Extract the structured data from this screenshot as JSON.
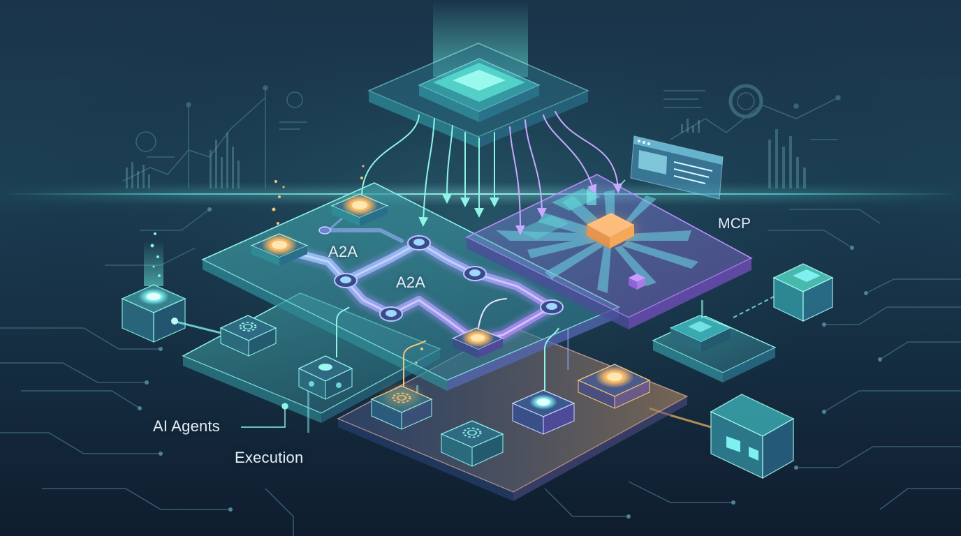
{
  "labels": {
    "a2a_outer": "A2A",
    "a2a_inner": "A2A",
    "mcp": "MCP",
    "ai_agents": "AI Agents",
    "execution": "Execution"
  },
  "colors": {
    "background_top": "#16334a",
    "background_bottom": "#0f1e30",
    "horizon_glow": "#5fe3e0",
    "teal": "#5fe3d6",
    "cyan": "#7ff0f0",
    "purple": "#a57ee8",
    "violet": "#7a62c8",
    "amber": "#f5b865",
    "orange_chip": "#f6a85a",
    "circuit": "#3c6478"
  },
  "icons": [
    "gear-icon",
    "chip-icon",
    "node-icon",
    "cube-icon",
    "window-panel-icon",
    "ring-gauge-icon"
  ]
}
